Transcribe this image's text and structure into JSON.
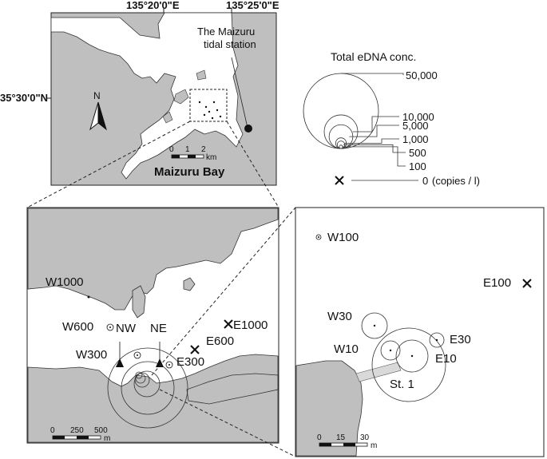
{
  "coords": {
    "lon1": "135°20'0\"E",
    "lon2": "135°25'0\"E",
    "lat1": "35°30'0\"N"
  },
  "overview": {
    "station_label_line1": "The Maizuru",
    "station_label_line2": "tidal station",
    "bay_label": "Maizuru Bay",
    "north_label": "N",
    "scale_ticks": [
      "0",
      "1",
      "2"
    ],
    "scale_unit": "km"
  },
  "legend": {
    "title": "Total eDNA conc.",
    "levels": [
      {
        "value": "50,000",
        "conc": 50000
      },
      {
        "value": "10,000",
        "conc": 10000
      },
      {
        "value": "5,000",
        "conc": 5000
      },
      {
        "value": "1,000",
        "conc": 1000
      },
      {
        "value": "500",
        "conc": 500
      },
      {
        "value": "100",
        "conc": 100
      },
      {
        "value": "0",
        "conc": 0
      }
    ],
    "unit": "(copies / l)"
  },
  "middle_panel": {
    "stations": {
      "W1000": "W1000",
      "W600": "W600",
      "W300": "W300",
      "NW": "NW",
      "NE": "NE",
      "E1000": "E1000",
      "E600": "E600",
      "E300": "E300"
    },
    "scale_ticks": [
      "0",
      "250",
      "500"
    ],
    "scale_unit": "m"
  },
  "right_panel": {
    "stations": {
      "W100": "W100",
      "E100": "E100",
      "W30": "W30",
      "E30": "E30",
      "W10": "W10",
      "E10": "E10",
      "St1": "St. 1"
    },
    "scale_ticks": [
      "0",
      "15",
      "30"
    ],
    "scale_unit": "m"
  },
  "colors": {
    "land": "#bfbfbf",
    "water": "#ffffff",
    "line": "#333333"
  }
}
